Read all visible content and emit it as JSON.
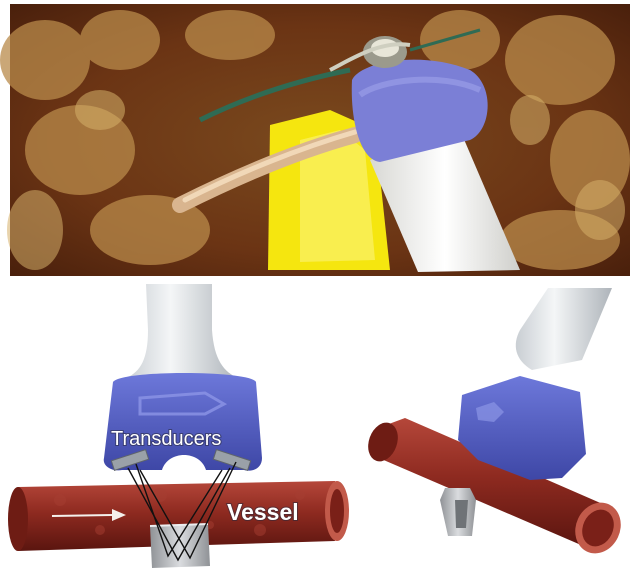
{
  "figure": {
    "labels": {
      "transducers": "Transducers",
      "vessel": "Vessel"
    },
    "colors": {
      "probe_head": "#5b63c7",
      "probe_shaft": "#e9ecef",
      "vessel": "#8e2a20",
      "reflector": "#c2c4c6",
      "tissue": "#8a5a2c",
      "highlight": "#f5e60f"
    },
    "panels": [
      {
        "id": "photo",
        "icon": "surgical-photo"
      },
      {
        "id": "diagram-front",
        "icon": "flow-probe-diagram"
      },
      {
        "id": "diagram-perspective",
        "icon": "flow-probe-perspective"
      }
    ]
  }
}
